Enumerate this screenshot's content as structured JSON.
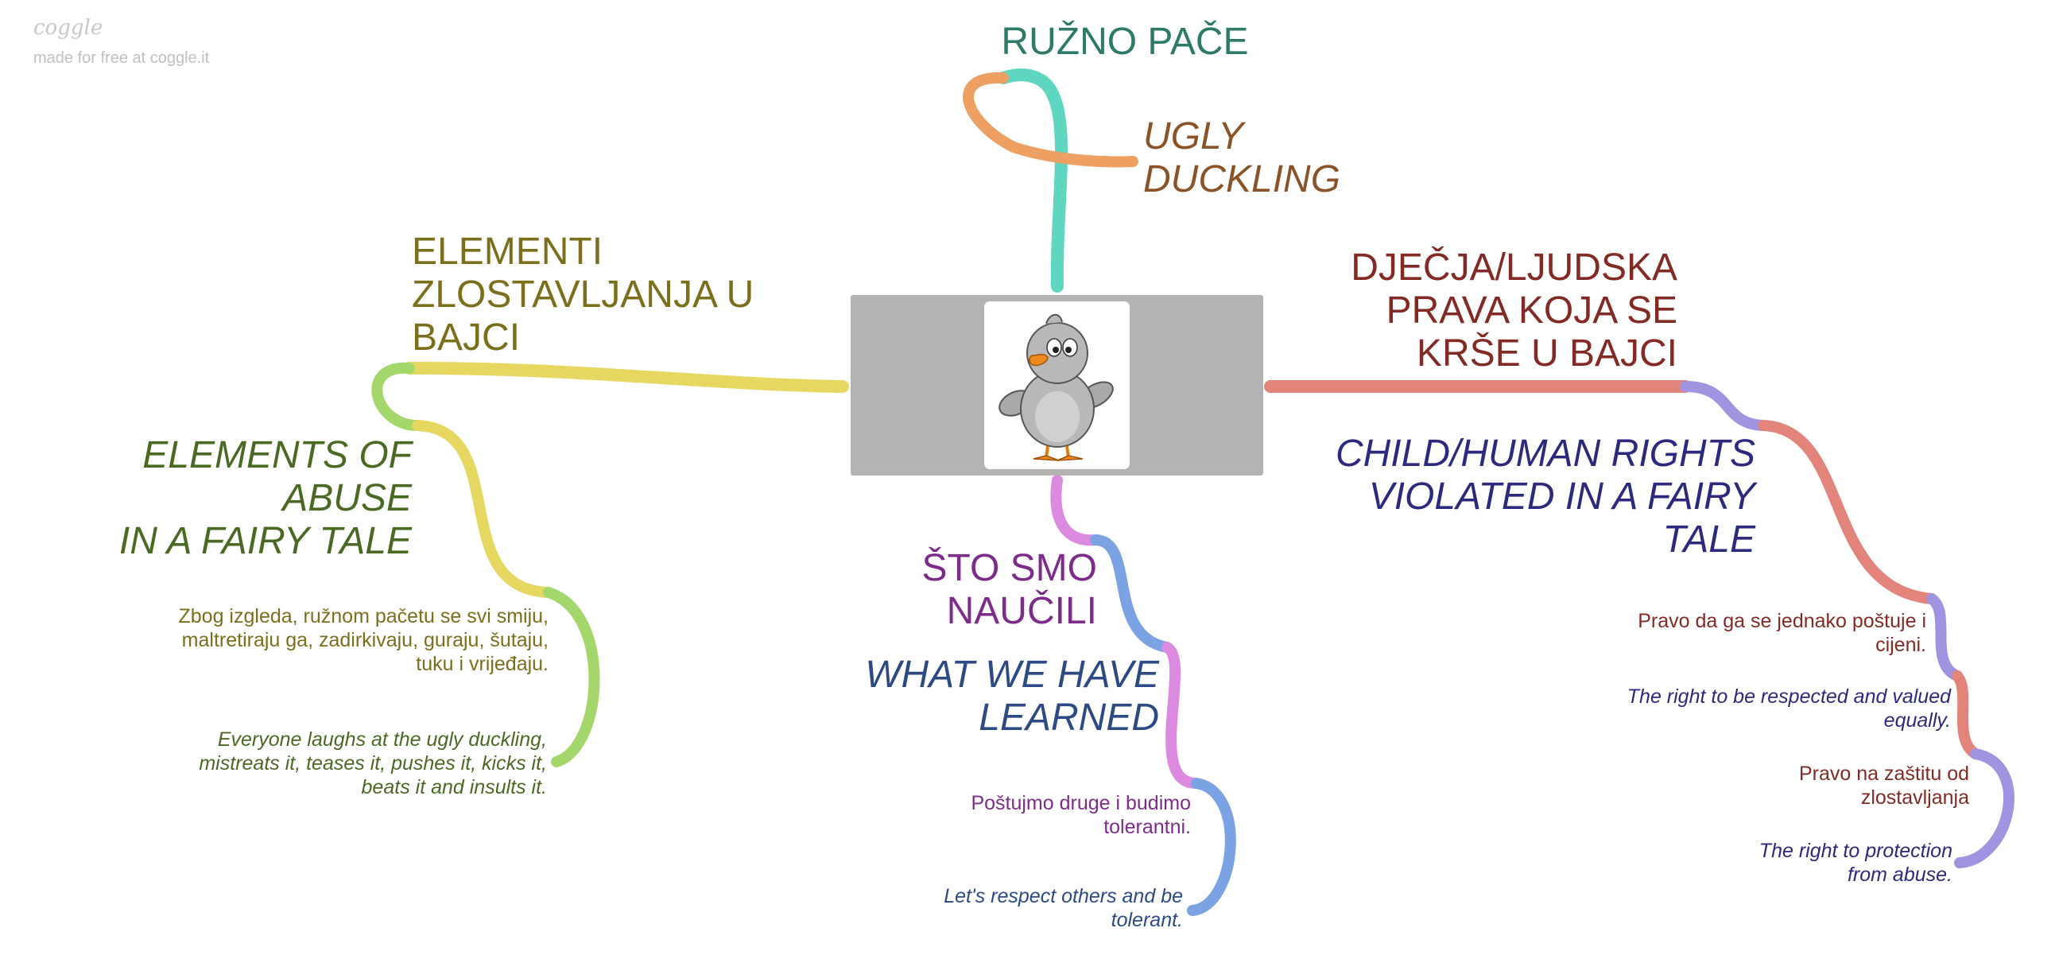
{
  "watermark": {
    "logo": "coggle",
    "credit": "made for free at coggle.it"
  },
  "center": {
    "image": "cartoon grey duckling"
  },
  "nodes": {
    "title_hr": "RUŽNO PAČE",
    "title_en": "UGLY\nDUCKLING",
    "left_hr": "ELEMENTI\nZLOSTAVLJANJA U\nBAJCI",
    "left_en": "ELEMENTS OF ABUSE\nIN A FAIRY TALE",
    "left_detail_hr": "Zbog izgleda, ružnom pačetu se svi smiju,\nmaltretiraju ga, zadirkivaju, guraju, šutaju,\ntuku i vrijeđaju.",
    "left_detail_en": "Everyone laughs at the ugly duckling,\nmistreats it, teases it, pushes it, kicks it,\nbeats it and insults it.",
    "bottom_hr": "ŠTO SMO\nNAUČILI",
    "bottom_en": "WHAT WE HAVE\nLEARNED",
    "bottom_detail_hr": "Poštujmo druge i budimo\ntolerantni.",
    "bottom_detail_en": "Let's respect others and be\ntolerant.",
    "right_hr": "DJEČJA/LJUDSKA\nPRAVA KOJA SE\nKRŠE U BAJCI",
    "right_en": "CHILD/HUMAN RIGHTS\nVIOLATED IN A FAIRY\nTALE",
    "right_detail1_hr": "Pravo da ga se jednako poštuje i\ncijeni.",
    "right_detail1_en": "The right to be respected and valued\nequally.",
    "right_detail2_hr": "Pravo na zaštitu od\nzlostavljanja",
    "right_detail2_en": "The right to protection\nfrom abuse."
  },
  "colors": {
    "teal": "#5fd6bf",
    "orange": "#ee9f62",
    "yellow": "#e6d760",
    "green": "#a3d66b",
    "salmon": "#e3847a",
    "lavender": "#a093e0",
    "pink": "#dc8ae0",
    "blue": "#7ba3e3",
    "text_teal": "#2d7a68",
    "text_brown": "#8a5428",
    "text_olive": "#7b6f1c",
    "text_green": "#4a6a24",
    "text_red": "#832a25",
    "text_indigo": "#2c2a7e",
    "text_purple": "#7e2c8c",
    "text_navy": "#2c4a85"
  }
}
